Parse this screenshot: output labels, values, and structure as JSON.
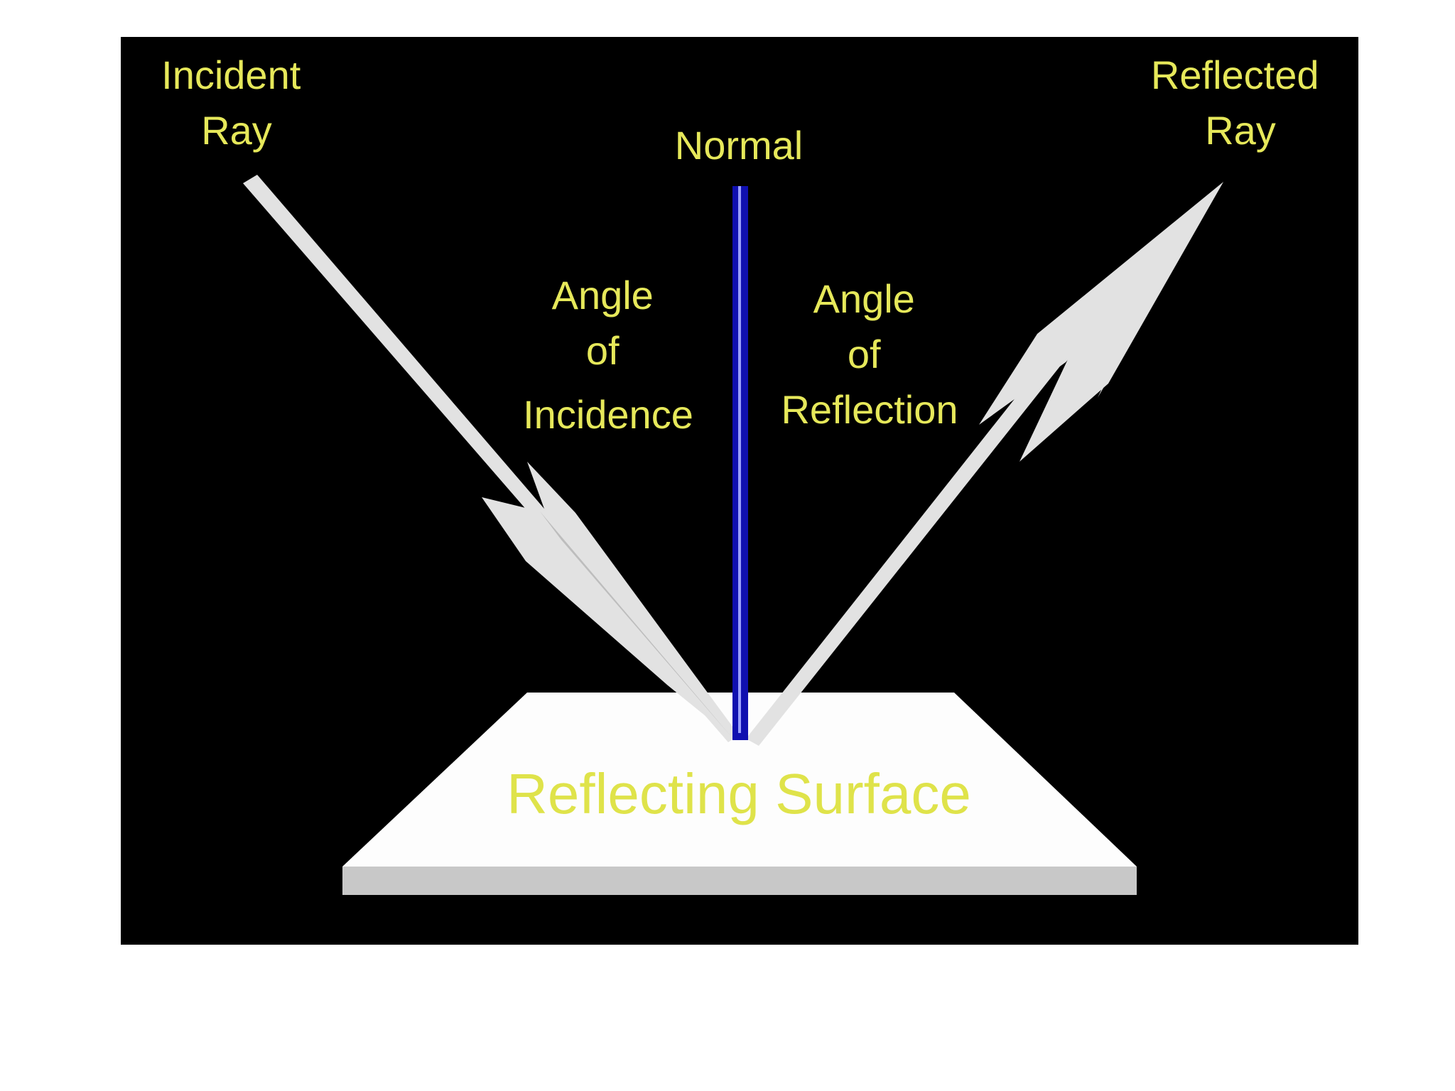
{
  "colors": {
    "background": "#000000",
    "page": "#ffffff",
    "label": "#e6e85a",
    "surface_label": "#dfe34a",
    "ray": "#e2e2e2",
    "ray_shade": "#bdbdbd",
    "normal": "#1010b0",
    "normal_highlight": "#9aa0ff",
    "surface_top": "#fdfdfd",
    "surface_edge": "#c8c8c8"
  },
  "labels": {
    "incident_ray": [
      "Incident",
      "Ray"
    ],
    "reflected_ray": [
      "Reflected",
      "Ray"
    ],
    "normal": "Normal",
    "angle_of_incidence": [
      "Angle",
      "of",
      "Incidence"
    ],
    "angle_of_reflection": [
      "Angle",
      "of",
      "Reflection"
    ],
    "reflecting_surface": "Reflecting Surface"
  }
}
